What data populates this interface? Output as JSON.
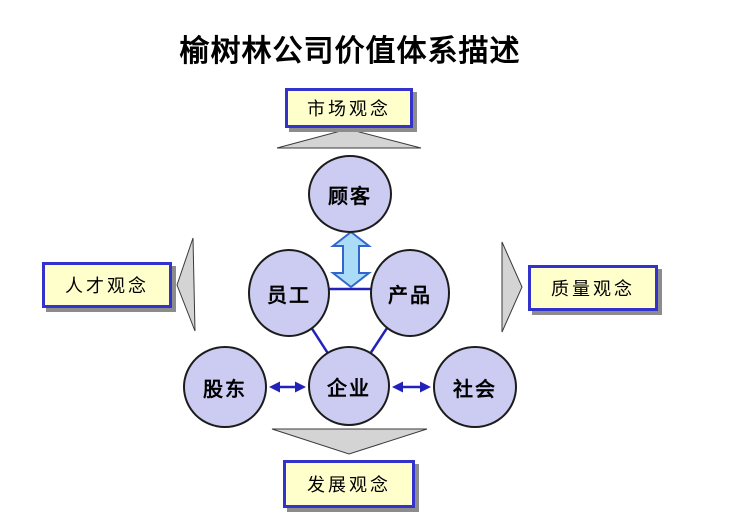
{
  "title": "榆树林公司价值体系描述",
  "concept_boxes": [
    {
      "id": "market",
      "label": "市场观念",
      "position": "top"
    },
    {
      "id": "talent",
      "label": "人才观念",
      "position": "left"
    },
    {
      "id": "quality",
      "label": "质量观念",
      "position": "right"
    },
    {
      "id": "development",
      "label": "发展观念",
      "position": "bottom"
    }
  ],
  "nodes": [
    {
      "id": "customer",
      "label": "顾客"
    },
    {
      "id": "employee",
      "label": "员工"
    },
    {
      "id": "product",
      "label": "产品"
    },
    {
      "id": "shareholder",
      "label": "股东"
    },
    {
      "id": "enterprise",
      "label": "企业"
    },
    {
      "id": "society",
      "label": "社会"
    }
  ],
  "colors": {
    "box_fill": "#ffffcc",
    "box_border": "#3333cc",
    "box_shadow": "#8c8c8c",
    "circle_fill": "#ccccf2",
    "circle_border": "#1c1c1c",
    "triangle_fill": "#d4d4d4",
    "triangle_border": "#3a3a3a",
    "connector_blue": "#2222bb",
    "thick_arrow_fill": "#aadcf7",
    "thick_arrow_border": "#3366cc",
    "background": "#ffffff"
  }
}
